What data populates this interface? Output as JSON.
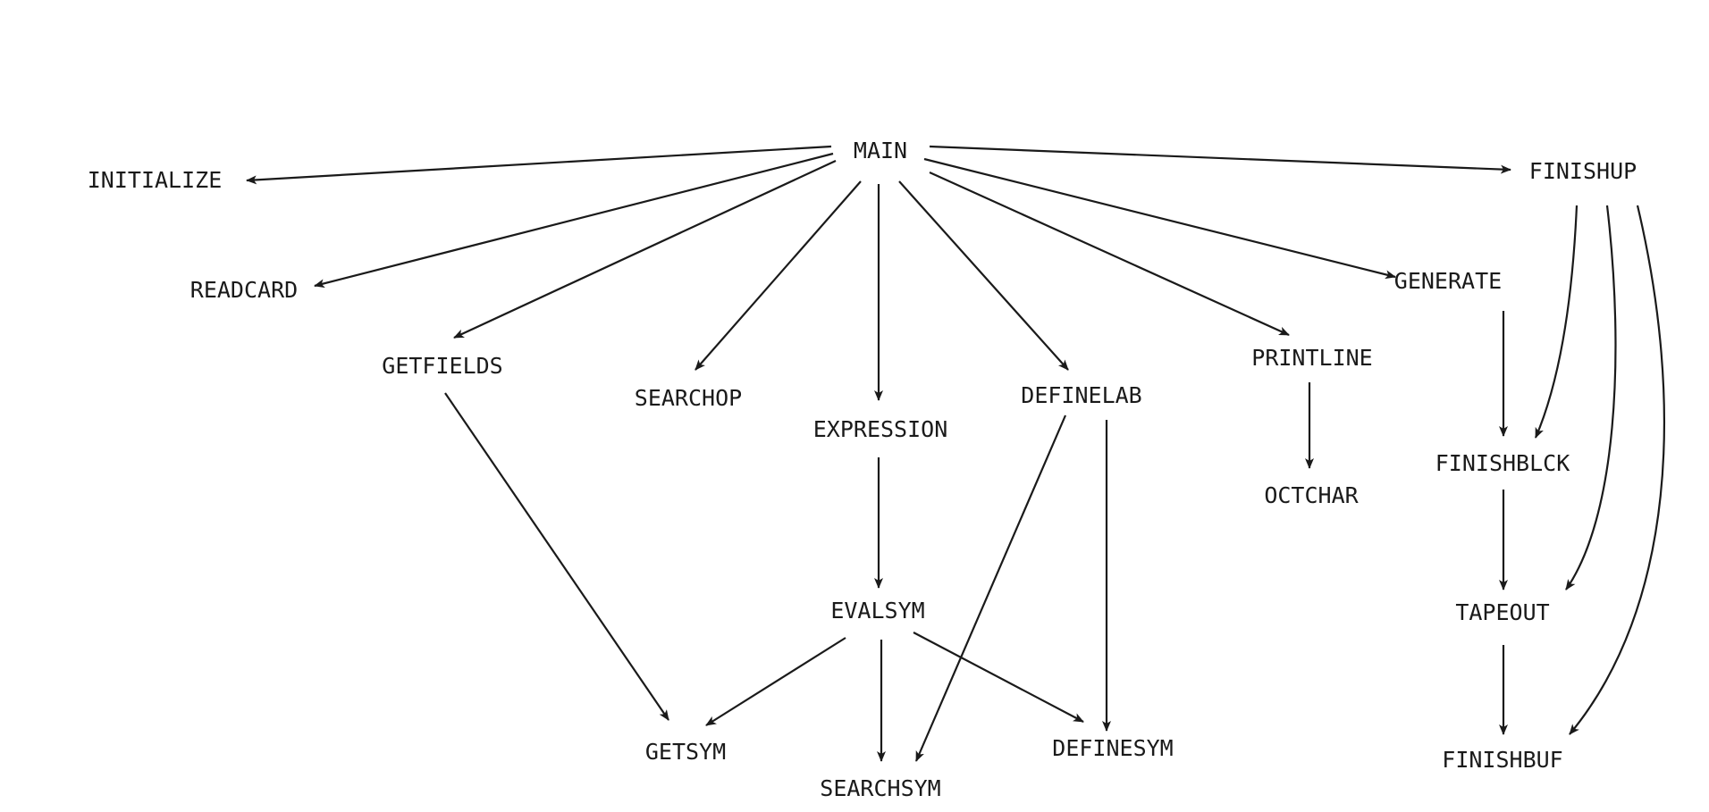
{
  "nodes": {
    "main": "MAIN",
    "initialize": "INITIALIZE",
    "finishup": "FINISHUP",
    "readcard": "READCARD",
    "getfields": "GETFIELDS",
    "searchop": "SEARCHOP",
    "expression": "EXPRESSION",
    "definelab": "DEFINELAB",
    "printline": "PRINTLINE",
    "generate": "GENERATE",
    "octchar": "OCTCHAR",
    "finishblck": "FINISHBLCK",
    "evalsym": "EVALSYM",
    "tapeout": "TAPEOUT",
    "getsym": "GETSYM",
    "searchsym": "SEARCHSYM",
    "definesym": "DEFINESYM",
    "finishbuf": "FINISHBUF"
  },
  "edges": [
    {
      "from": "MAIN",
      "to": "INITIALIZE"
    },
    {
      "from": "MAIN",
      "to": "READCARD"
    },
    {
      "from": "MAIN",
      "to": "GETFIELDS"
    },
    {
      "from": "MAIN",
      "to": "SEARCHOP"
    },
    {
      "from": "MAIN",
      "to": "EXPRESSION"
    },
    {
      "from": "MAIN",
      "to": "DEFINELAB"
    },
    {
      "from": "MAIN",
      "to": "PRINTLINE"
    },
    {
      "from": "MAIN",
      "to": "GENERATE"
    },
    {
      "from": "MAIN",
      "to": "FINISHUP"
    },
    {
      "from": "GETFIELDS",
      "to": "GETSYM"
    },
    {
      "from": "EXPRESSION",
      "to": "EVALSYM"
    },
    {
      "from": "EVALSYM",
      "to": "GETSYM"
    },
    {
      "from": "EVALSYM",
      "to": "SEARCHSYM"
    },
    {
      "from": "EVALSYM",
      "to": "DEFINESYM"
    },
    {
      "from": "DEFINELAB",
      "to": "SEARCHSYM"
    },
    {
      "from": "DEFINELAB",
      "to": "DEFINESYM"
    },
    {
      "from": "PRINTLINE",
      "to": "OCTCHAR"
    },
    {
      "from": "GENERATE",
      "to": "FINISHBLCK"
    },
    {
      "from": "FINISHUP",
      "to": "FINISHBLCK"
    },
    {
      "from": "FINISHUP",
      "to": "TAPEOUT"
    },
    {
      "from": "FINISHUP",
      "to": "FINISHBUF"
    },
    {
      "from": "FINISHBLCK",
      "to": "TAPEOUT"
    },
    {
      "from": "TAPEOUT",
      "to": "FINISHBUF"
    }
  ]
}
